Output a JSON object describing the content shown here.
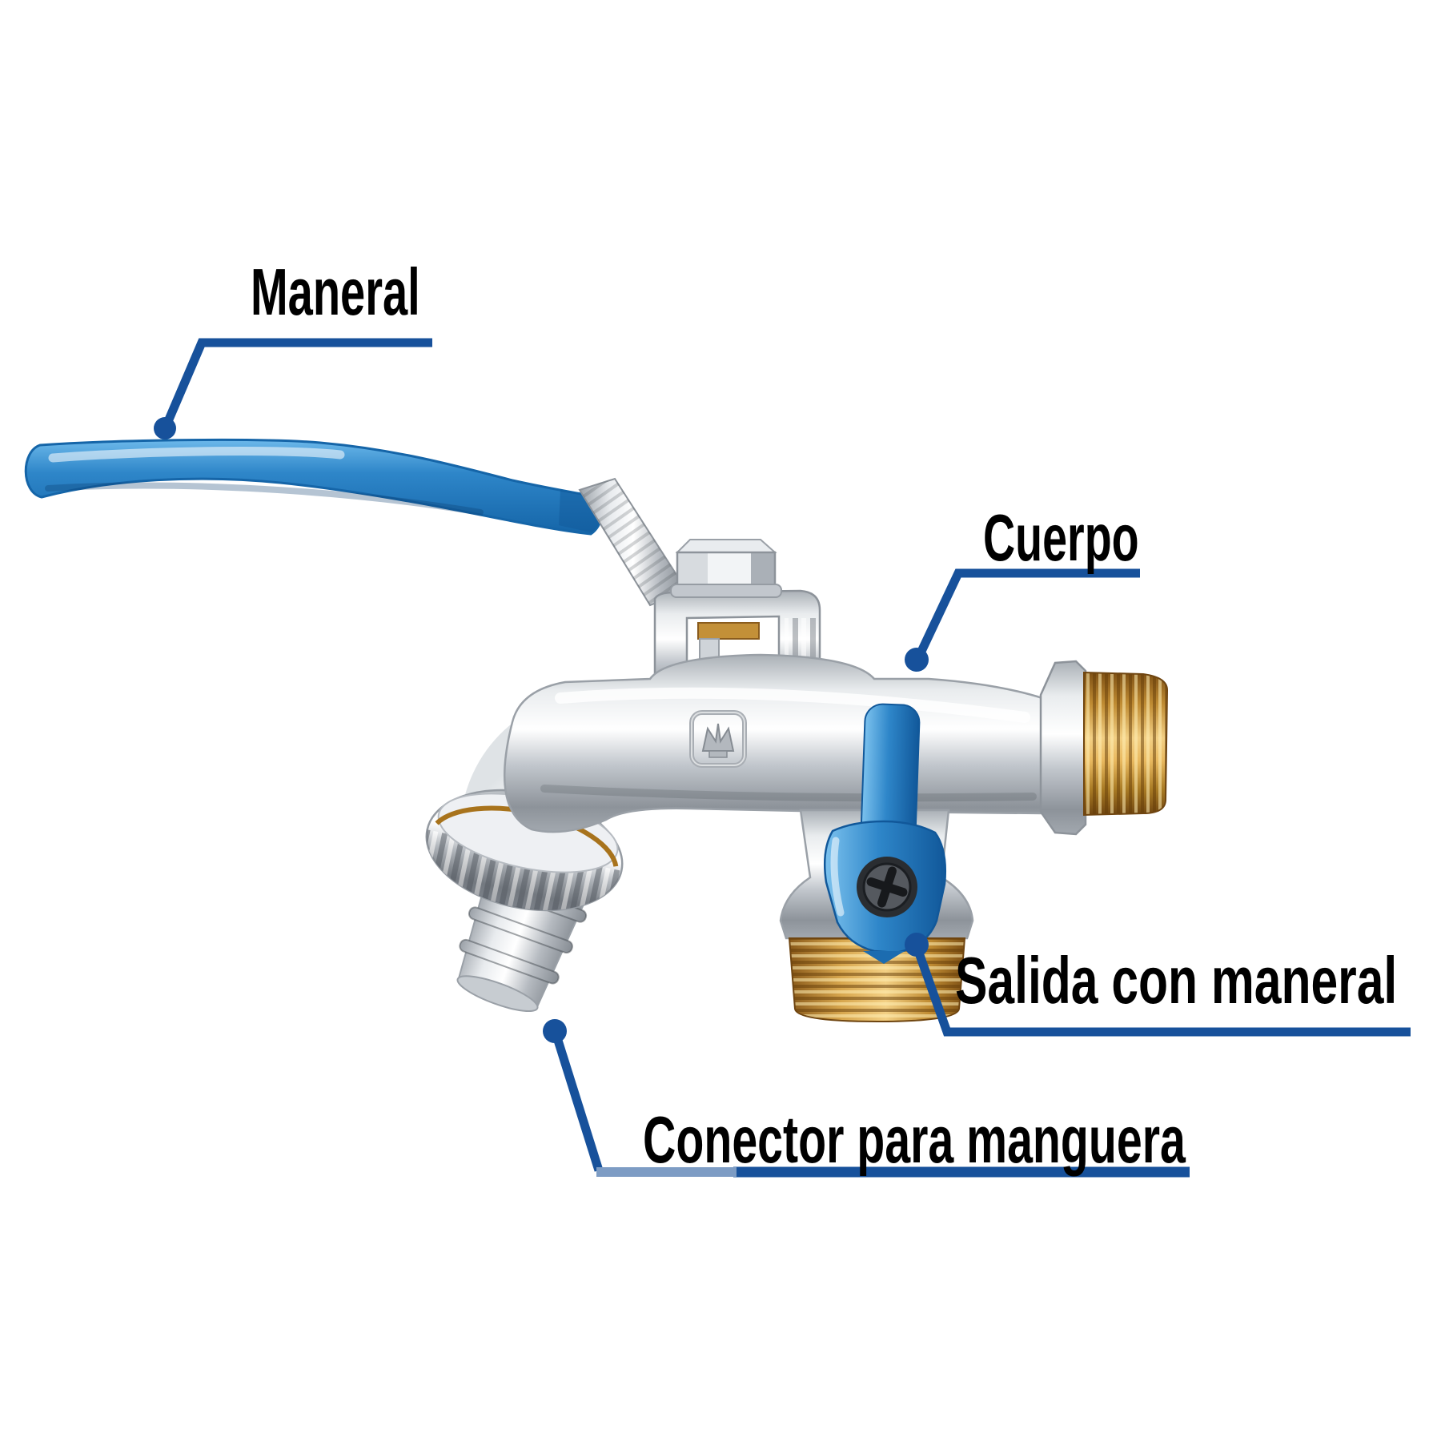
{
  "figure": {
    "type": "labeled-product-diagram",
    "subject": "faucet-with-ball-valve-lever-and-hose-connector"
  },
  "callouts": {
    "maneral": {
      "label": "Maneral"
    },
    "cuerpo": {
      "label": "Cuerpo"
    },
    "salida": {
      "label": "Salida con maneral"
    },
    "conector": {
      "label": "Conector para manguera"
    }
  },
  "colors": {
    "background": "#ffffff",
    "label_text": "#000000",
    "leader_line": "#17519b",
    "leader_line_light": "#7d9cc4",
    "handle_blue": "#2e86c9",
    "handle_blue_dark": "#1565a8",
    "handle_blue_light": "#6cb8ea",
    "brass_light": "#f3d084",
    "brass_dark": "#7e5014",
    "chrome_light": "#f2f4f6",
    "chrome_mid": "#c2c7cd",
    "chrome_dark": "#8d939a",
    "screw_dark": "#2a2d31"
  },
  "figure_parts": [
    "handle-lever",
    "handle-neck",
    "bonnet-hex-nut",
    "valve-yoke",
    "valve-body",
    "brand-logo",
    "side-outlet-hex-flange",
    "side-outlet-brass-thread",
    "front-outlet-neck",
    "front-outlet-brass-thread",
    "front-outlet-blue-lever",
    "front-outlet-screw",
    "coupling-knurled-nut",
    "hose-barb-connector"
  ]
}
